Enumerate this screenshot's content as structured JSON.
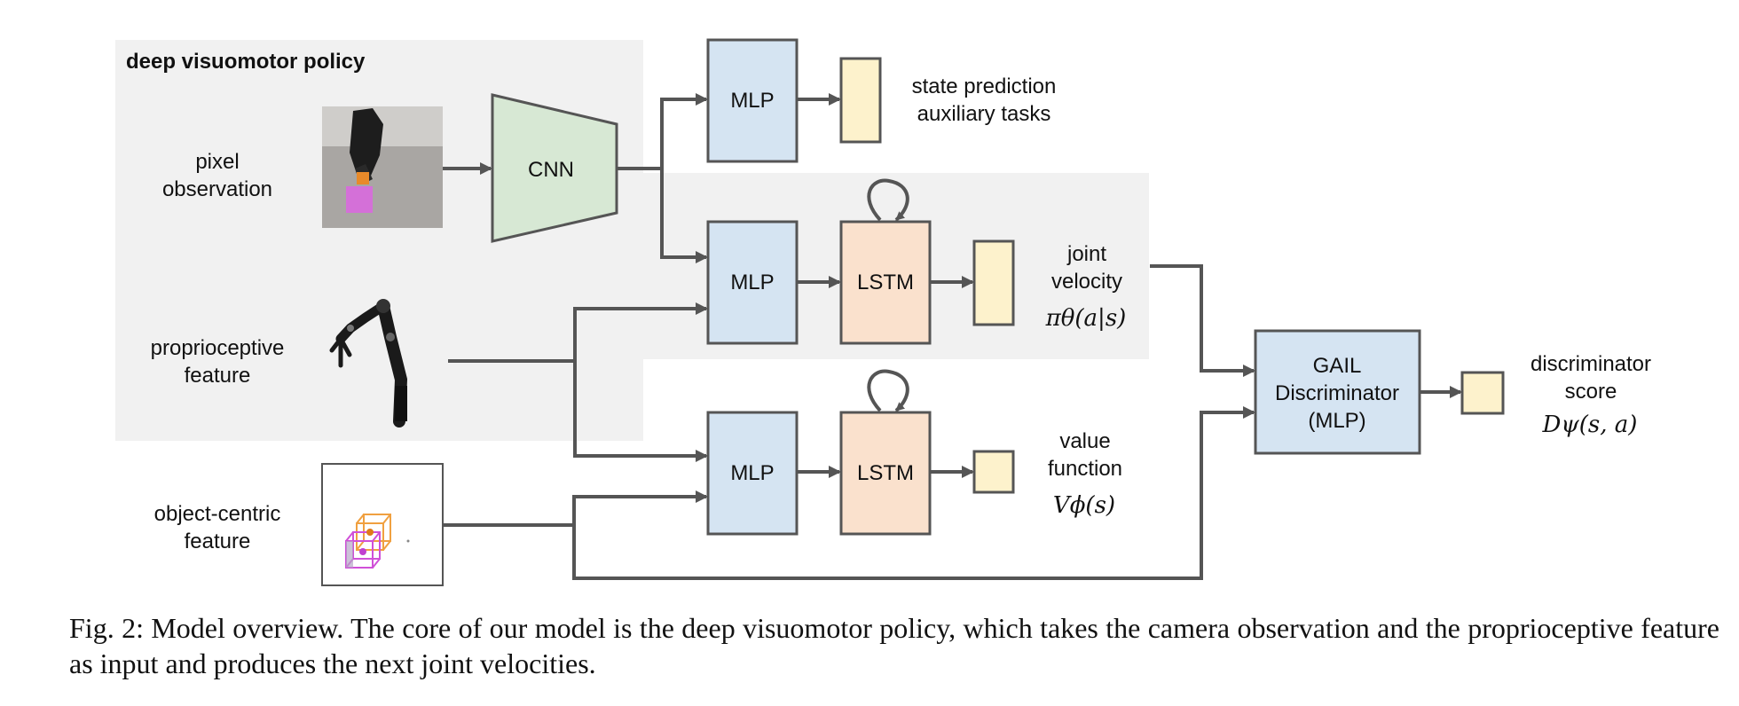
{
  "policy_region": {
    "title": "deep visuomotor policy"
  },
  "inputs": {
    "pixel": {
      "line1": "pixel",
      "line2": "observation"
    },
    "proprio": {
      "line1": "proprioceptive",
      "line2": "feature"
    },
    "object": {
      "line1": "object-centric",
      "line2": "feature"
    }
  },
  "blocks": {
    "cnn": "CNN",
    "mlp_top": "MLP",
    "mlp_policy": "MLP",
    "mlp_value": "MLP",
    "lstm_policy": "LSTM",
    "lstm_value": "LSTM",
    "gail": {
      "line1": "GAIL",
      "line2": "Discriminator",
      "line3": "(MLP)"
    }
  },
  "outputs": {
    "state": {
      "line1": "state prediction",
      "line2": "auxiliary tasks"
    },
    "joint": {
      "line1": "joint",
      "line2": "velocity",
      "math": "πθ(a|s)"
    },
    "value": {
      "line1": "value",
      "line2": "function",
      "math": "Vϕ(s)"
    },
    "disc": {
      "line1": "discriminator",
      "line2": "score",
      "math": "Dψ(s, a)"
    }
  },
  "caption": "Fig. 2: Model overview. The core of our model is the deep visuomotor policy, which takes the camera observation and the proprioceptive feature as input and produces the next joint velocities.",
  "colors": {
    "region": "#f1f1f1",
    "mlp": "#d5e4f2",
    "cnn": "#d7e8d4",
    "lstm": "#fae1cd",
    "output": "#fdf2cc",
    "stroke": "#555555"
  },
  "icons": [
    "camera-observation-image",
    "robot-arm-icon",
    "object-centric-cube-icon"
  ]
}
